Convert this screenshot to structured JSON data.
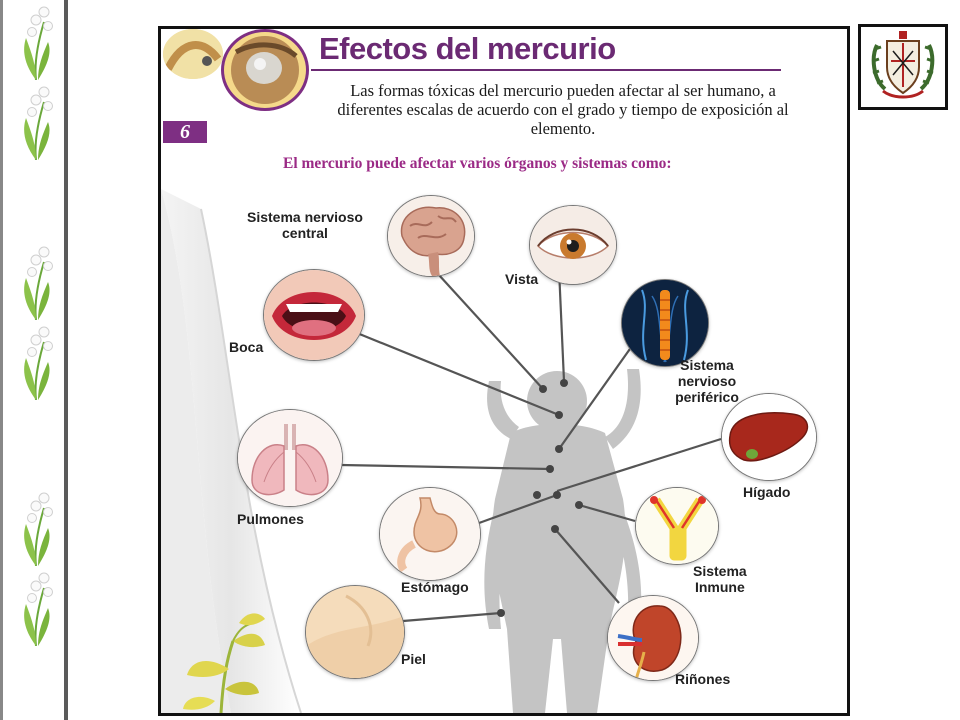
{
  "poster": {
    "title": "Efectos del mercurio",
    "intro": "Las formas tóxicas del mercurio pueden afectar al ser humano, a diferentes escalas de acuerdo con el grado y tiempo de exposición al elemento.",
    "number": "6",
    "subtitle": "El mercurio puede afectar varios órganos y sistemas como:"
  },
  "organs": [
    {
      "key": "snc",
      "label": "Sistema nervioso central",
      "icon": "brain-icon"
    },
    {
      "key": "vista",
      "label": "Vista",
      "icon": "eye-icon"
    },
    {
      "key": "boca",
      "label": "Boca",
      "icon": "mouth-icon"
    },
    {
      "key": "snp",
      "label": "Sistema nervioso periférico",
      "icon": "spine-nerves-icon"
    },
    {
      "key": "pulmones",
      "label": "Pulmones",
      "icon": "lungs-icon"
    },
    {
      "key": "higado",
      "label": "Hígado",
      "icon": "liver-icon"
    },
    {
      "key": "estomago",
      "label": "Estómago",
      "icon": "stomach-icon"
    },
    {
      "key": "inmune",
      "label": "Sistema Inmune",
      "icon": "antibody-icon"
    },
    {
      "key": "piel",
      "label": "Piel",
      "icon": "skin-icon"
    },
    {
      "key": "rinones",
      "label": "Riñones",
      "icon": "kidney-icon"
    }
  ],
  "colors": {
    "title": "#6b2a73",
    "subtitle": "#9b2a86",
    "badge": "#7e2f83",
    "connector": "#555555",
    "silhouette": "#b8b8b8"
  },
  "decor": {
    "left_strip": "lily-of-the-valley-icon",
    "crest": "school-crest-icon"
  }
}
